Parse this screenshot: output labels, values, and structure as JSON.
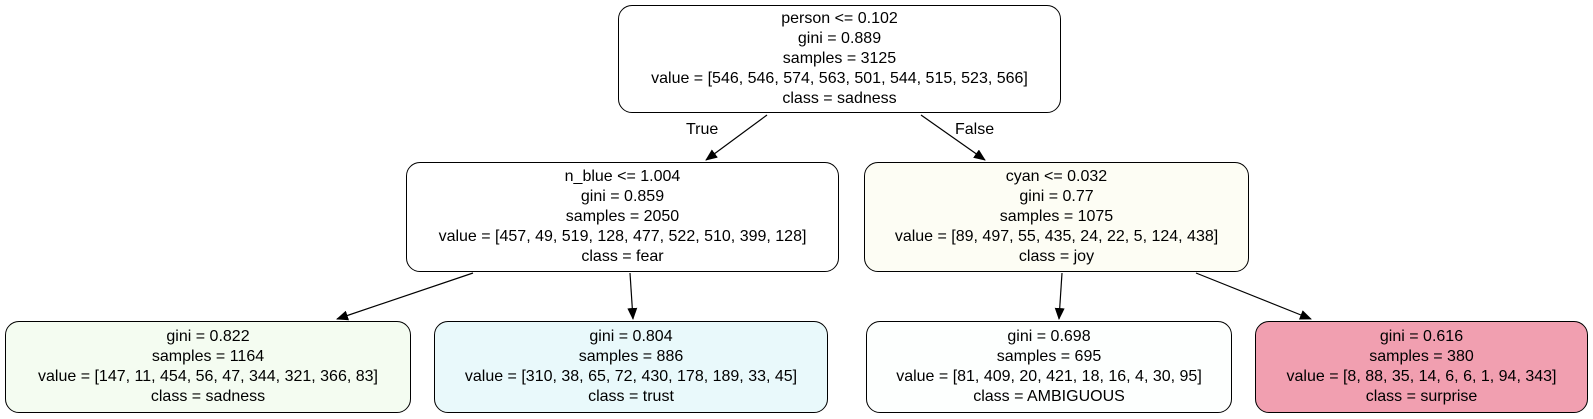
{
  "tree": {
    "root": {
      "condition": "person <= 0.102",
      "gini": "gini = 0.889",
      "samples": "samples = 3125",
      "value": "value = [546, 546, 574, 563, 501, 544, 515, 523, 566]",
      "class": "class = sadness",
      "fill": "#ffffff"
    },
    "edges": {
      "true_label": "True",
      "false_label": "False"
    },
    "left": {
      "condition": "n_blue <= 1.004",
      "gini": "gini = 0.859",
      "samples": "samples = 2050",
      "value": "value = [457, 49, 519, 128, 477, 522, 510, 399, 128]",
      "class": "class = fear",
      "fill": "#ffffff"
    },
    "right": {
      "condition": "cyan <= 0.032",
      "gini": "gini = 0.77",
      "samples": "samples = 1075",
      "value": "value = [89, 497, 55, 435, 24, 22, 5, 124, 438]",
      "class": "class = joy",
      "fill": "#fdfdf4"
    },
    "left_left": {
      "gini": "gini = 0.822",
      "samples": "samples = 1164",
      "value": "value = [147, 11, 454, 56, 47, 344, 321, 366, 83]",
      "class": "class = sadness",
      "fill": "#f4fcf1"
    },
    "left_right": {
      "gini": "gini = 0.804",
      "samples": "samples = 886",
      "value": "value = [310, 38, 65, 72, 430, 178, 189, 33, 45]",
      "class": "class = trust",
      "fill": "#e9f9fb"
    },
    "right_left": {
      "gini": "gini = 0.698",
      "samples": "samples = 695",
      "value": "value = [81, 409, 20, 421, 18, 16, 4, 30, 95]",
      "class": "class = AMBIGUOUS",
      "fill": "#fdfffe"
    },
    "right_right": {
      "gini": "gini = 0.616",
      "samples": "samples = 380",
      "value": "value = [8, 88, 35, 14, 6, 6, 1, 94, 343]",
      "class": "class = surprise",
      "fill": "#f19fb0"
    }
  },
  "colors": {
    "edge": "#000000",
    "border": "#000000"
  }
}
